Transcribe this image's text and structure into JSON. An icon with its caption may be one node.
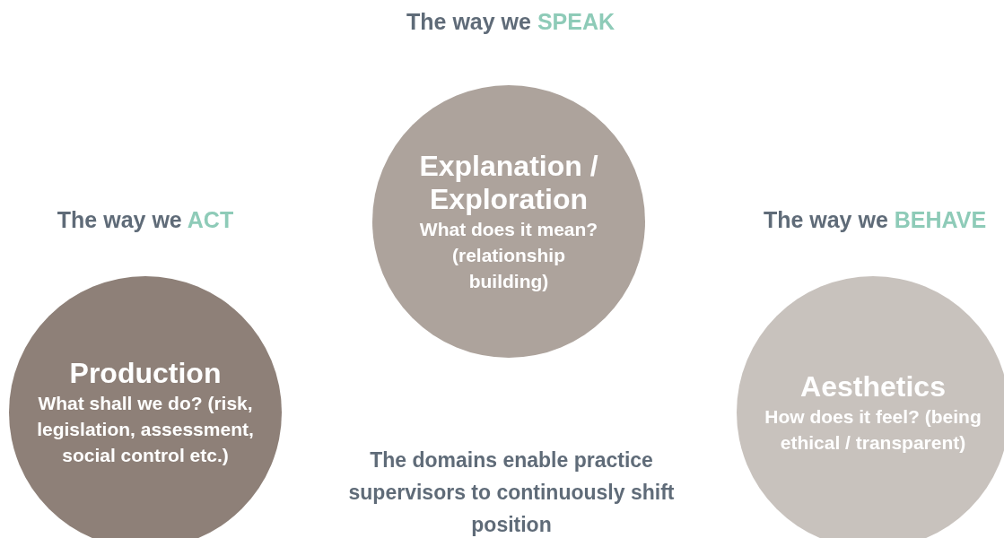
{
  "diagram": {
    "nodes": [
      {
        "text": [
          "The way we SPEAK",
          "Explanation / Exploration",
          "What does it mean? (relationship building)"
        ]
      },
      {
        "text": [
          "The way we ACT",
          "Production",
          "What shall we do? (risk, legislation, assessment, social control etc.)"
        ]
      },
      {
        "text": [
          "The way we BEHAVE",
          "Aesthetics",
          "How does it feel? (being ethical / transparent)"
        ]
      }
    ],
    "edges": [],
    "labels": [
      "The domains enable practice supervisors to continuously shift position"
    ]
  }
}
